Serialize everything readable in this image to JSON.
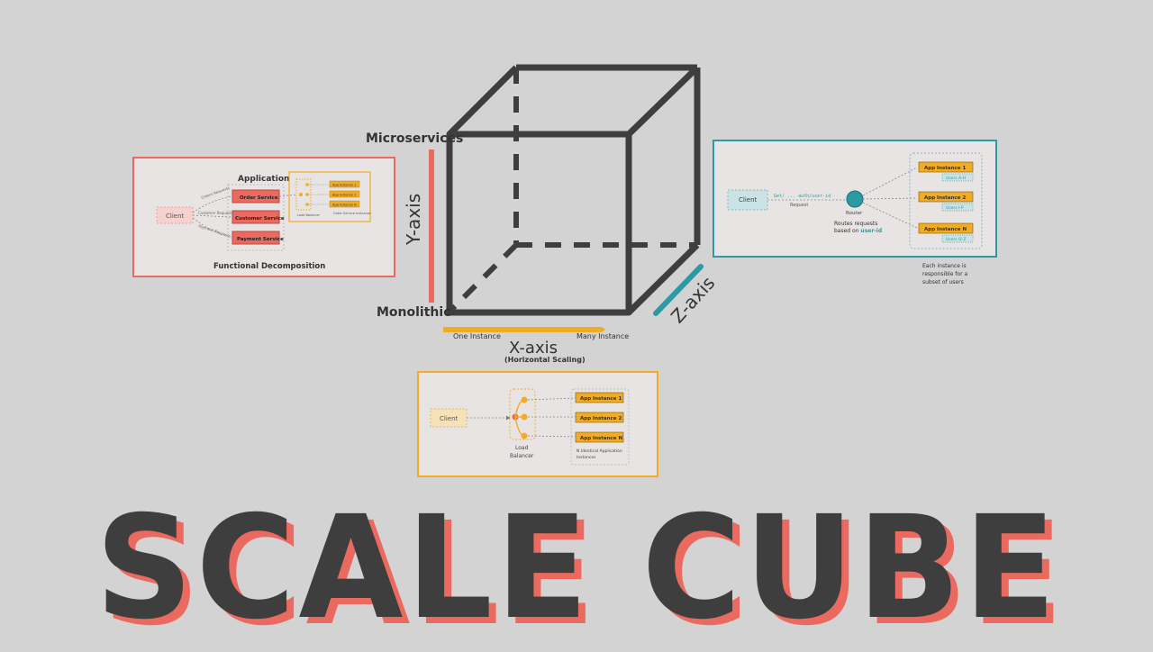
{
  "title": "SCALE CUBE",
  "axes": {
    "y": {
      "label": "Y-axis",
      "top": "Microservices",
      "bottom": "Monolithic"
    },
    "x": {
      "label": "X-axis",
      "sub": "(Horizontal Scaling)",
      "left": "One Instance",
      "right": "Many Instance"
    },
    "z": {
      "label": "Z-axis"
    }
  },
  "panel_y": {
    "heading": "Application",
    "client": "Client",
    "services": [
      "Order Service",
      "Customer Service",
      "Payment Service"
    ],
    "edge_labels": [
      "Orders Requests",
      "Customer Requests",
      "Payment Requests"
    ],
    "instances": [
      "App Instance 1",
      "App Instance 2",
      "App Instance N"
    ],
    "lb": "Load Balancer",
    "lb_note": "Order Service Instances",
    "caption": "Functional Decomposition"
  },
  "panel_z": {
    "client": "Client",
    "request_path": "Get/ ... auth/user-id",
    "request_label": "Request",
    "router": "Router",
    "routes_note_1": "Routes requests",
    "routes_note_2": "based on",
    "routes_key": "user-id",
    "instances": [
      "App Instance 1",
      "App Instance 2",
      "App Instance N"
    ],
    "shards": [
      "Users A-H",
      "Users I-P",
      "Users Q-Z"
    ],
    "note": [
      "Each instance is",
      "responsible for a",
      "subset of users"
    ]
  },
  "panel_x": {
    "client": "Client",
    "lb_1": "Load",
    "lb_2": "Balancer",
    "instances": [
      "App Instance 1",
      "App Instance 2",
      "App Instance N"
    ],
    "note_1": "N Identical Application",
    "note_2": "Instances"
  },
  "colors": {
    "bg": "#d3d3d3",
    "red": "#ea6a5f",
    "orange": "#f0ac25",
    "teal": "#2c9aa5",
    "dark": "#3e3e3e"
  }
}
